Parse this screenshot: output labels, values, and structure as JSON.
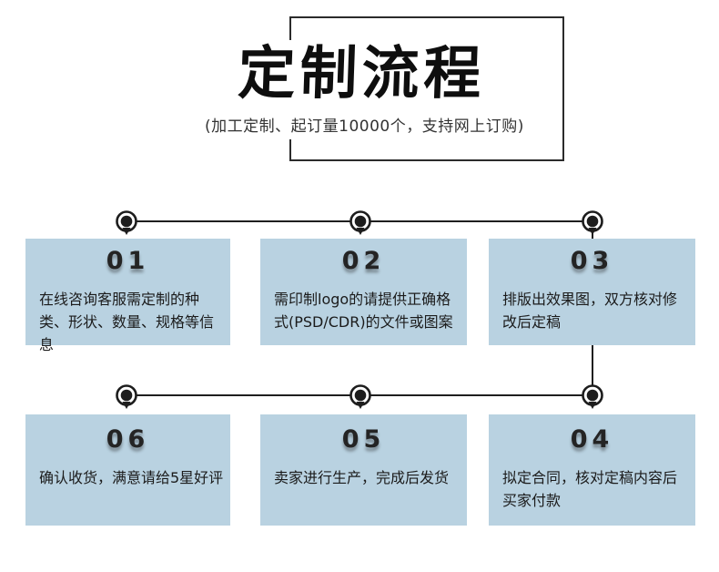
{
  "header": {
    "title": "定制流程",
    "subtitle": "(加工定制、起订量10000个，支持网上订购)"
  },
  "steps": [
    {
      "number": "01",
      "text": "在线咨询客服需定制的种类、形状、数量、规格等信息"
    },
    {
      "number": "02",
      "text": "需印制logo的请提供正确格式(PSD/CDR)的文件或图案"
    },
    {
      "number": "03",
      "text": "排版出效果图，双方核对修改后定稿"
    },
    {
      "number": "04",
      "text": "拟定合同，核对定稿内容后买家付款"
    },
    {
      "number": "05",
      "text": "卖家进行生产，完成后发货"
    },
    {
      "number": "06",
      "text": "确认收货，满意请给5星好评"
    }
  ],
  "colors": {
    "box_background": "#b9d2e1",
    "connector": "#1f1f1f",
    "title_text": "#0e0e0e",
    "body_text": "#1b1b1b"
  },
  "icons": {
    "connector_dot": "map-pin-dot-icon"
  }
}
